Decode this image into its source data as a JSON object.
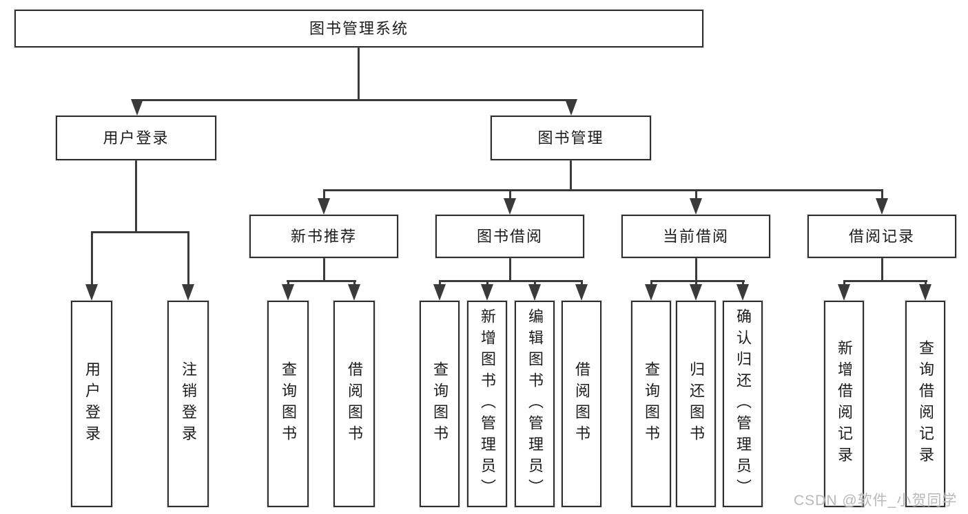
{
  "diagram": {
    "title": "图书管理系统",
    "watermark": "CSDN @软件_小贺同学",
    "colors": {
      "line": "#3a3a3a",
      "box_border": "#2f2f2f",
      "text": "#1c1c1c",
      "watermark": "#b9b9b9",
      "background": "#ffffff"
    },
    "tree": {
      "label": "图书管理系统",
      "children": [
        {
          "label": "用户登录",
          "children": [
            {
              "label": "用户登录"
            },
            {
              "label": "注销登录"
            }
          ]
        },
        {
          "label": "图书管理",
          "children": [
            {
              "label": "新书推荐",
              "children": [
                {
                  "label": "查询图书"
                },
                {
                  "label": "借阅图书"
                }
              ]
            },
            {
              "label": "图书借阅",
              "children": [
                {
                  "label": "查询图书"
                },
                {
                  "label": "新增图书（管理员）"
                },
                {
                  "label": "编辑图书（管理员）"
                },
                {
                  "label": "借阅图书"
                }
              ]
            },
            {
              "label": "当前借阅",
              "children": [
                {
                  "label": "查询图书"
                },
                {
                  "label": "归还图书"
                },
                {
                  "label": "确认归还（管理员）"
                }
              ]
            },
            {
              "label": "借阅记录",
              "children": [
                {
                  "label": "新增借阅记录"
                },
                {
                  "label": "查询借阅记录"
                }
              ]
            }
          ]
        }
      ]
    }
  }
}
